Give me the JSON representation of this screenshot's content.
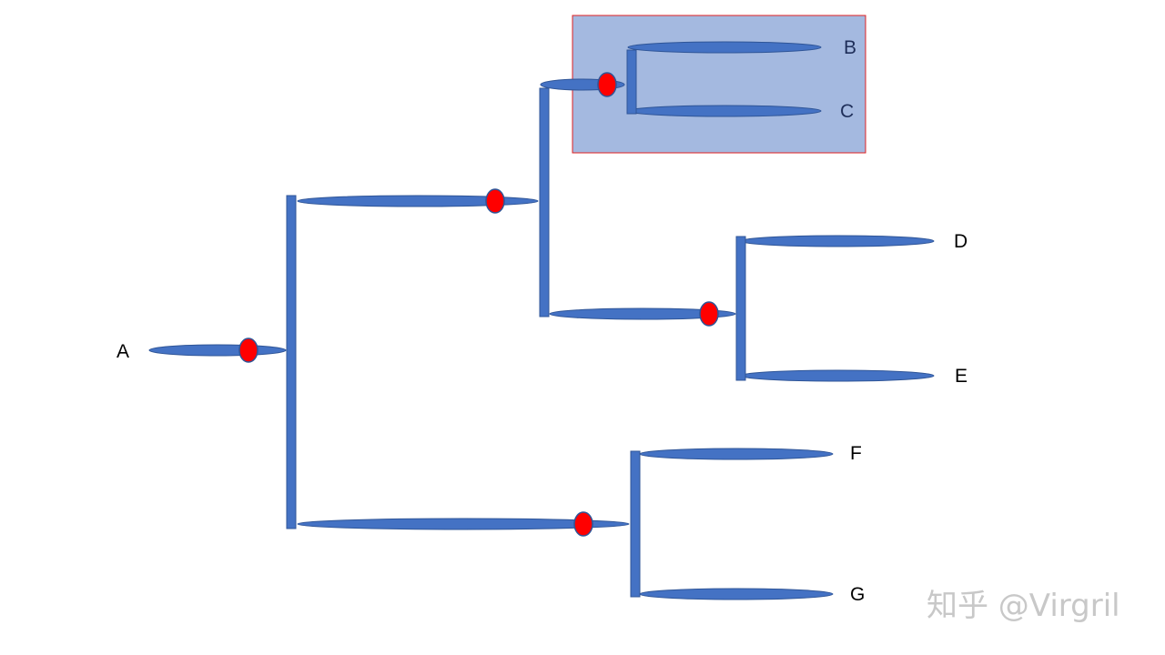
{
  "diagram": {
    "type": "phylogenetic-tree",
    "colors": {
      "branch": "#4472c4",
      "branch_outline": "#2f5597",
      "node_marker": "#ff0000",
      "highlight_fill": "#a4b9e0",
      "highlight_border": "#e02020",
      "watermark": "#c8c8c8"
    },
    "taxa": {
      "A": "A",
      "B": "B",
      "C": "C",
      "D": "D",
      "E": "E",
      "F": "F",
      "G": "G"
    },
    "clades": [
      {
        "id": "root",
        "children": [
          "BCDE",
          "FG"
        ]
      },
      {
        "id": "BCDE",
        "children": [
          "BC",
          "DE"
        ]
      },
      {
        "id": "BC",
        "children": [
          "B",
          "C"
        ],
        "highlighted": true
      },
      {
        "id": "DE",
        "children": [
          "D",
          "E"
        ]
      },
      {
        "id": "FG",
        "children": [
          "F",
          "G"
        ]
      }
    ],
    "node_markers": [
      "root-stem",
      "BCDE-stem",
      "BC-stem",
      "DE-stem",
      "FG-stem"
    ],
    "watermark": "知乎 @Virgril"
  }
}
